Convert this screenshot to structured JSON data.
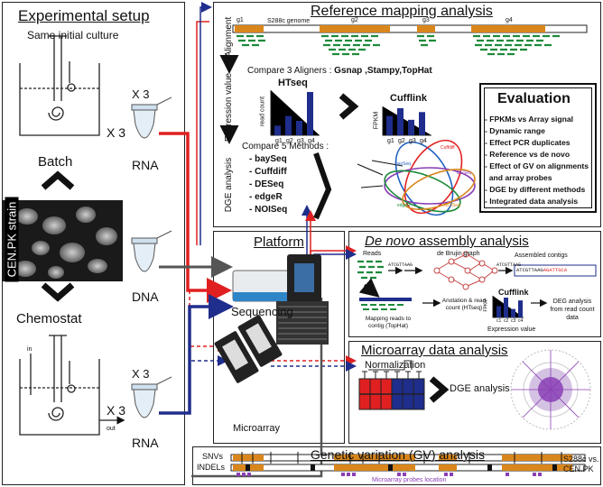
{
  "experimental_setup": {
    "title": "Experimental setup",
    "subtitle": "Same initial culture",
    "batch_label": "Batch",
    "chemostat_label": "Chemostat",
    "strain_label": "CEN.PK strain",
    "in_label": "in",
    "out_label": "out",
    "rep_batch": "X 3",
    "rep_chemostat": "X 3",
    "tube_rna_top_count": "X 3",
    "tube_rna_bottom_count": "X 3",
    "rna_top": "RNA",
    "dna": "DNA",
    "rna_bottom": "RNA"
  },
  "reference_mapping": {
    "title": "Reference mapping analysis",
    "genome_label": "S288c genome",
    "genes": [
      "g1",
      "g2",
      "g3",
      "g4"
    ],
    "alignment_label": "Alignment",
    "aligners_prefix": "Compare 3 Aligners : ",
    "aligners": "Gsnap ,Stampy,TopHat",
    "expression_label": "Expression value",
    "htseq_label": "HTseq",
    "htseq_ylabel": "read count",
    "cufflink_label": "Cufflink",
    "cufflink_ylabel": "FPKM",
    "dge_label": "DGE analysis",
    "methods_prefix": "Compare 5 Methods :",
    "methods": [
      "- baySeq",
      "- Cuffdiff",
      "- DESeq",
      "- edgeR",
      "- NOISeq"
    ],
    "venn_labels": [
      "baySeq",
      "Cuffdiff",
      "DESeq",
      "edgeR",
      "NOISeq"
    ]
  },
  "evaluation": {
    "title": "Evaluation",
    "items": [
      "- FPKMs vs Array signal",
      "- Dynamic range",
      "- Effect PCR duplicates",
      "- Reference vs de novo",
      "- Effect of GV on alignments",
      "  and array probes",
      "- DGE by different methods",
      "- Integrated data analysis"
    ]
  },
  "platform": {
    "title": "Platform",
    "sequencing": "Sequencing",
    "microarray": "Microarray"
  },
  "de_novo": {
    "title_italic": "De novo",
    "title_rest": " assembly analysis",
    "reads": "Reads",
    "graph": "de Brujin graph",
    "contigs": "Assembled contigs",
    "seq1": "ATCGTTAAG",
    "seq2": "ATCGTTAAG",
    "seq3a": "ATCGTTAAG",
    "seq3b": "AGATTGCA",
    "mapping": "Mapping reads to contig (TopHat)",
    "annotation": "Anotation & read count (HTseq)",
    "cufflink": "Cufflink",
    "expression": "Expression value",
    "deg": "DEG analysis from read count data",
    "fpkm": "FPKM",
    "contig_labels": [
      "c1",
      "c2",
      "c3",
      "c4"
    ]
  },
  "microarray": {
    "title": "Microarray data analysis",
    "normalization": "Normalization",
    "dge": "DGE analysis"
  },
  "genetic_variation": {
    "title": "Genetic variation (GV) analysis",
    "snvs": "SNVs",
    "indels": "INDELs",
    "comparison": "S288c vs. CEN.PK",
    "probes": "Microarray probes location"
  },
  "chart_data": [
    {
      "type": "bar",
      "title": "HTseq",
      "ylabel": "read count",
      "categories": [
        "g1",
        "g2",
        "g3",
        "g4"
      ],
      "values": [
        2,
        4,
        3,
        9
      ]
    },
    {
      "type": "bar",
      "title": "Cufflink",
      "ylabel": "FPKM",
      "categories": [
        "g1",
        "g2",
        "g3",
        "g4"
      ],
      "values": [
        5,
        7,
        4,
        6
      ]
    },
    {
      "type": "bar",
      "title": "Cufflink",
      "ylabel": "FPKM",
      "categories": [
        "c1",
        "c2",
        "c3",
        "c4"
      ],
      "values": [
        4,
        7,
        3,
        6
      ]
    }
  ],
  "colors": {
    "gene": "#d9861c",
    "read": "#1d8a3b",
    "bar": "#1f2d8c",
    "red": "#e02020",
    "blue": "#1f2d8c",
    "purple": "#8a3fb5"
  }
}
